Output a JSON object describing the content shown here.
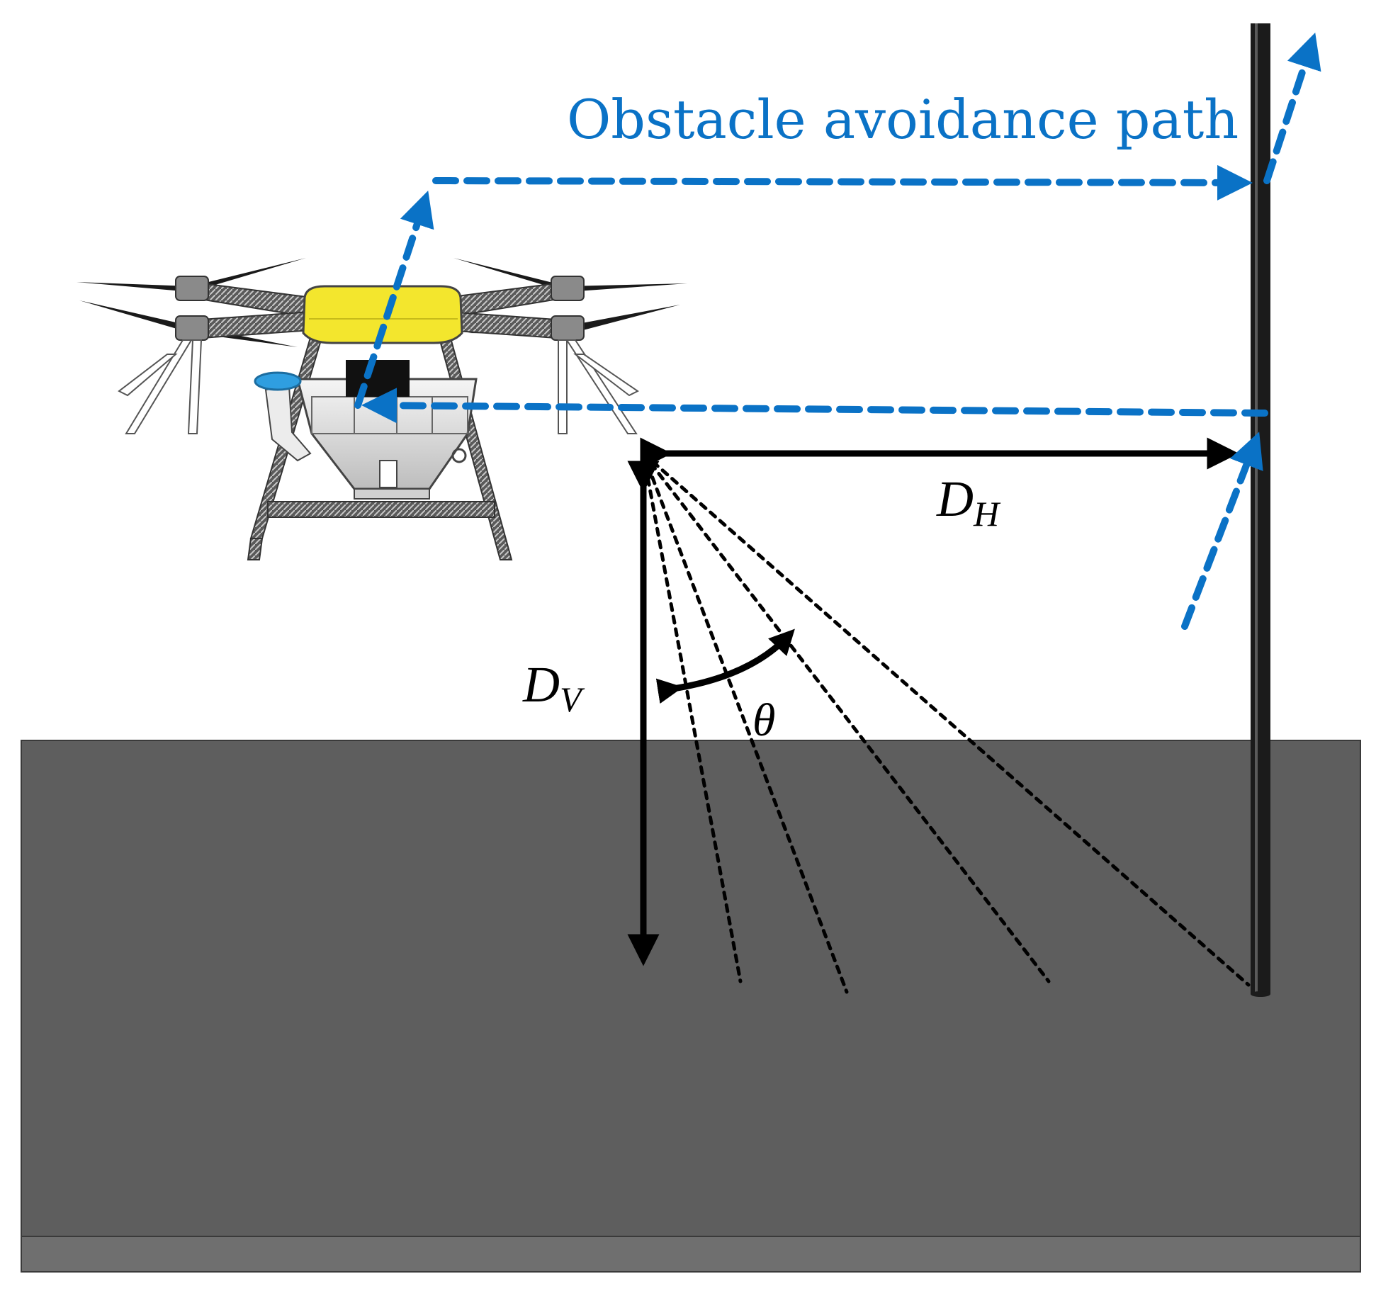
{
  "labels": {
    "path_title": "Obstacle avoidance path",
    "dh_main": "D",
    "dh_sub": "H",
    "dv_main": "D",
    "dv_sub": "V",
    "theta": "θ"
  },
  "colors": {
    "path_blue": "#0a72c6",
    "ground_top": "#5e5e5e",
    "ground_edge": "#6f6f6f",
    "pole": "#1b1b1b",
    "drone_body": "#f3e62d",
    "drone_frame": "#3c3c3c",
    "drone_tank": "#e9e9e9",
    "drone_nozzle": "#2f9ee0",
    "measure_black": "#000000"
  }
}
